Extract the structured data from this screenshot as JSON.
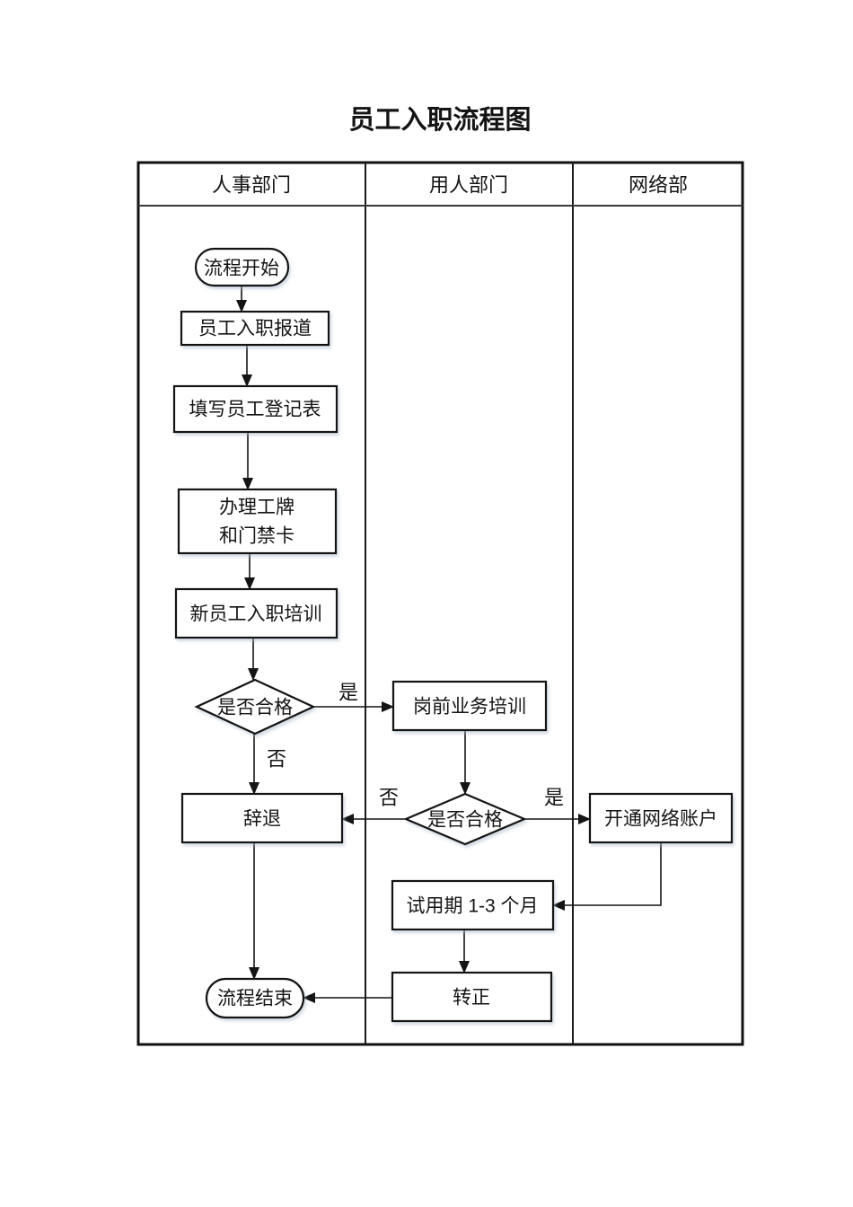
{
  "title": "员工入职流程图",
  "lanes": [
    {
      "label": "人事部门"
    },
    {
      "label": "用人部门"
    },
    {
      "label": "网络部"
    }
  ],
  "nodes": {
    "start": "流程开始",
    "report": "员工入职报道",
    "form": "填写员工登记表",
    "badge_line1": "办理工牌",
    "badge_line2": "和门禁卡",
    "training": "新员工入职培训",
    "decision1": "是否合格",
    "pre_job_training": "岗前业务培训",
    "decision2": "是否合格",
    "dismiss": "辞退",
    "open_account": "开通网络账户",
    "probation": "试用期 1-3 个月",
    "regular": "转正",
    "end": "流程结束"
  },
  "edge_labels": {
    "d1_yes": "是",
    "d1_no": "否",
    "d2_no": "否",
    "d2_yes": "是"
  },
  "colors": {
    "background": "#ffffff",
    "shape_fill": "#ffffff",
    "stroke": "#141414",
    "text": "#141414",
    "shadow": "#aab9cd"
  }
}
